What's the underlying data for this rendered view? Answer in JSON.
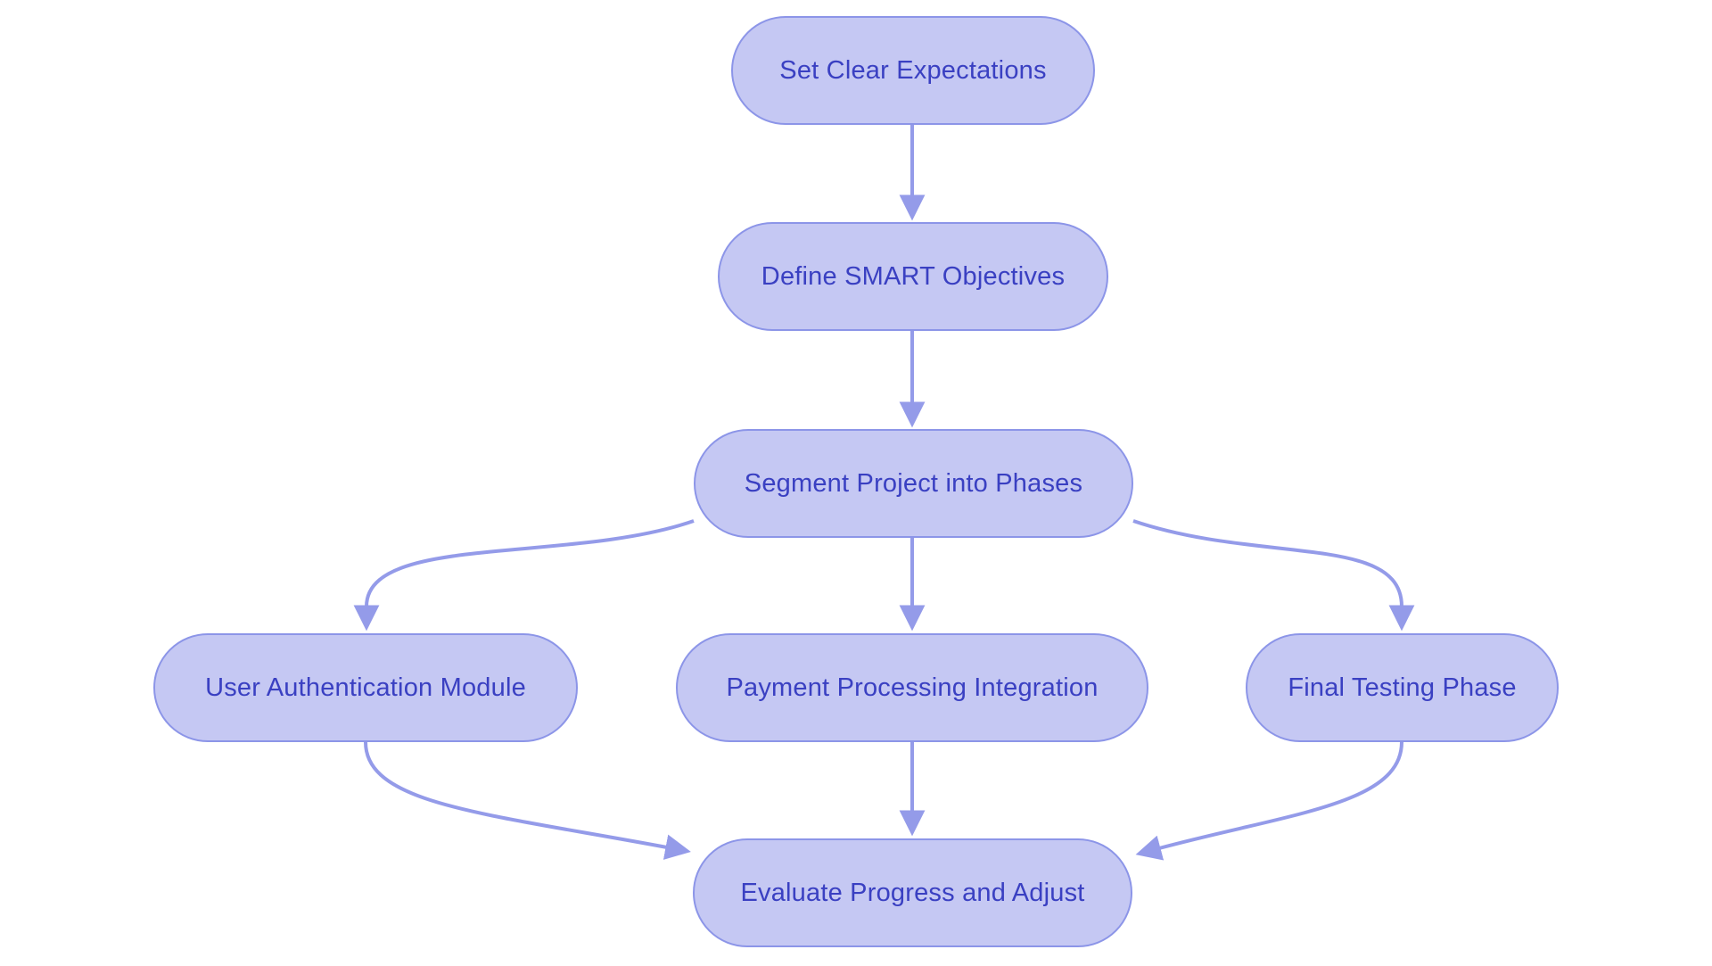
{
  "diagram": {
    "type": "flowchart",
    "direction": "top-down",
    "background_color": "#ffffff",
    "node_fill_color": "#c5c8f3",
    "node_border_color": "#8c95e8",
    "node_text_color": "#3a40c2",
    "edge_color": "#949be9",
    "nodes": [
      {
        "id": "set-clear-expectations",
        "label": "Set Clear Expectations"
      },
      {
        "id": "define-smart-objectives",
        "label": "Define SMART Objectives"
      },
      {
        "id": "segment-project-into-phases",
        "label": "Segment Project into Phases"
      },
      {
        "id": "user-authentication-module",
        "label": "User Authentication Module"
      },
      {
        "id": "payment-processing-integration",
        "label": "Payment Processing Integration"
      },
      {
        "id": "final-testing-phase",
        "label": "Final Testing Phase"
      },
      {
        "id": "evaluate-progress-and-adjust",
        "label": "Evaluate Progress and Adjust"
      }
    ],
    "edges": [
      {
        "from": "Set Clear Expectations",
        "to": "Define SMART Objectives"
      },
      {
        "from": "Define SMART Objectives",
        "to": "Segment Project into Phases"
      },
      {
        "from": "Segment Project into Phases",
        "to": "User Authentication Module"
      },
      {
        "from": "Segment Project into Phases",
        "to": "Payment Processing Integration"
      },
      {
        "from": "Segment Project into Phases",
        "to": "Final Testing Phase"
      },
      {
        "from": "User Authentication Module",
        "to": "Evaluate Progress and Adjust"
      },
      {
        "from": "Payment Processing Integration",
        "to": "Evaluate Progress and Adjust"
      },
      {
        "from": "Final Testing Phase",
        "to": "Evaluate Progress and Adjust"
      }
    ]
  }
}
